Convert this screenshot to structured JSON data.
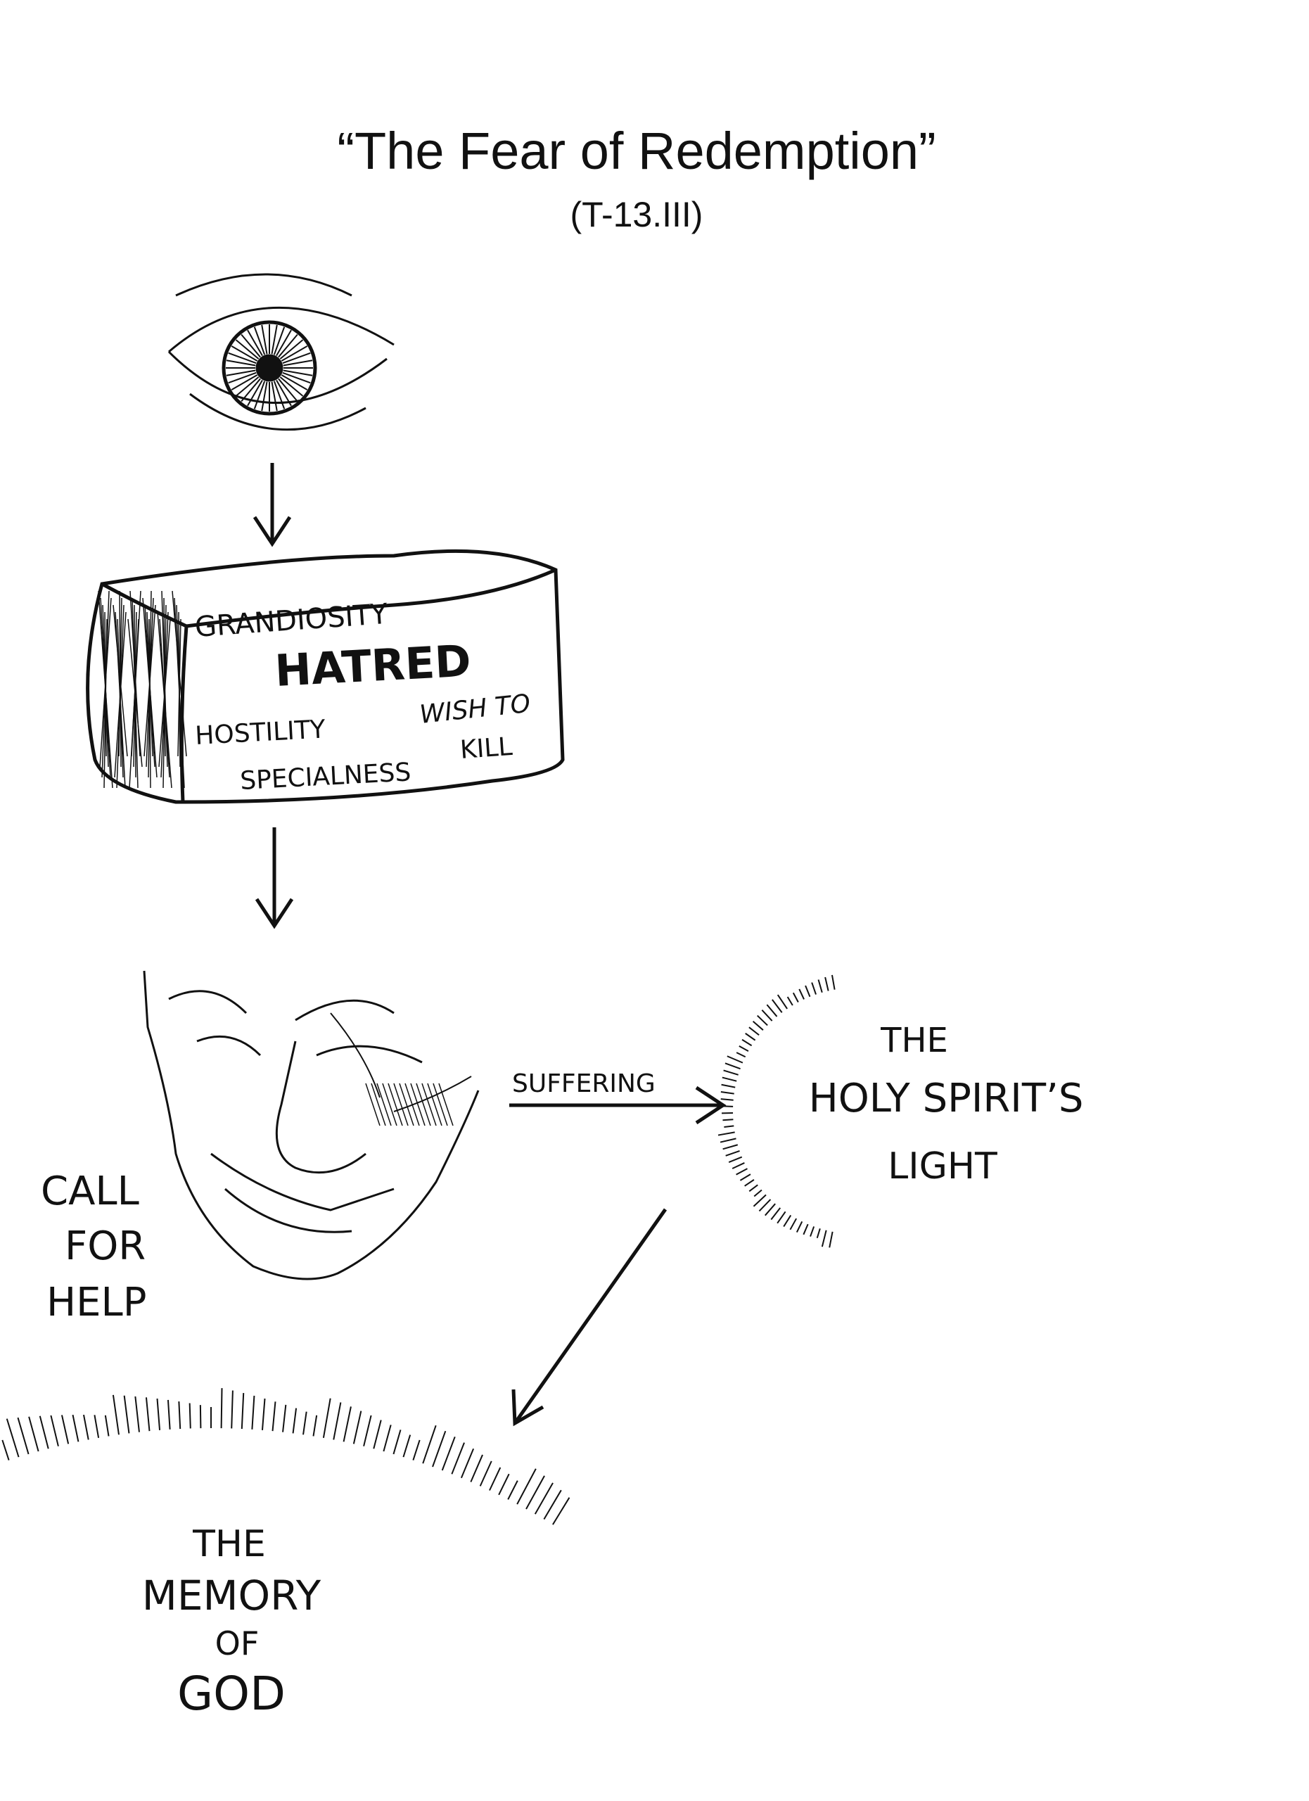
{
  "title": "“The Fear of Redemption”",
  "subtitle": "(T-13.III)",
  "block": {
    "main": "HATRED",
    "words": [
      "GRANDIOSITY",
      "HOSTILITY",
      "WISH TO",
      "KILL",
      "SPECIALNESS"
    ]
  },
  "call_for_help": [
    "CALL",
    "FOR",
    "HELP"
  ],
  "arrow_label": "SUFFERING",
  "holy_spirit": [
    "THE",
    "HOLY SPIRIT’S",
    "LIGHT"
  ],
  "memory_of_god": [
    "THE",
    "MEMORY",
    "OF",
    "GOD"
  ],
  "colors": {
    "ink": "#111111",
    "paper": "#ffffff"
  }
}
